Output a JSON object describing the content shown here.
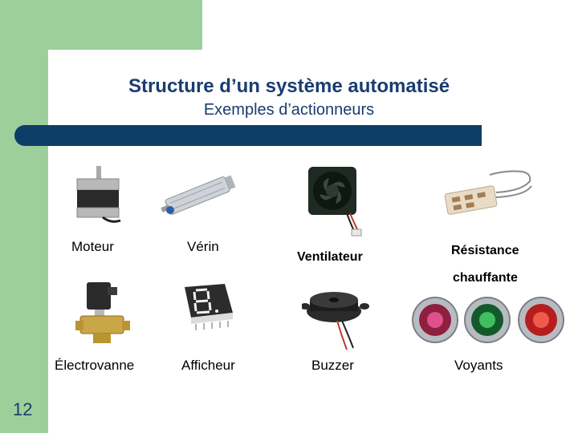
{
  "slide": {
    "title": "Structure d’un système automatisé",
    "subtitle": "Exemples d’actionneurs",
    "page_number": "12"
  },
  "items": [
    {
      "label": "Moteur"
    },
    {
      "label": "Vérin"
    },
    {
      "label": "Ventilateur"
    },
    {
      "label": "Résistance"
    },
    {
      "label": "chauffante"
    },
    {
      "label": "Électrovanne"
    },
    {
      "label": "Afficheur"
    },
    {
      "label": "Buzzer"
    },
    {
      "label": "Voyants"
    }
  ],
  "colors": {
    "title": "#1a3c70",
    "bar": "#0e3d68",
    "side": "#9dcf9a"
  },
  "icons": [
    "motor-image",
    "cylinder-image",
    "fan-image",
    "heater-image",
    "solenoid-valve-image",
    "seven-segment-display-image",
    "buzzer-image",
    "indicator-lights-image"
  ]
}
